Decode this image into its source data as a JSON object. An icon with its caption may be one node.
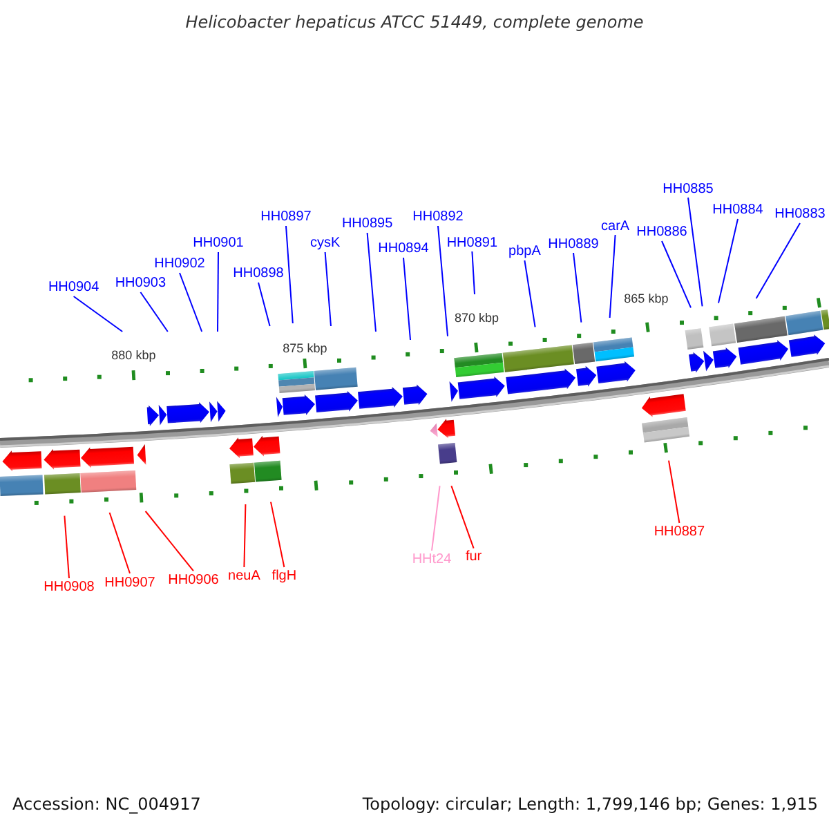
{
  "diagram": {
    "title": "Helicobacter hepaticus ATCC 51449, complete genome",
    "nodes": [
      {
        "text": [
          "HH0904"
        ]
      },
      {
        "text": [
          "HH0903"
        ]
      },
      {
        "text": [
          "HH0902"
        ]
      },
      {
        "text": [
          "HH0901"
        ]
      },
      {
        "text": [
          "HH0898"
        ]
      },
      {
        "text": [
          "HH0897"
        ]
      },
      {
        "text": [
          "cysK"
        ]
      },
      {
        "text": [
          "HH0895"
        ]
      },
      {
        "text": [
          "HH0894"
        ]
      },
      {
        "text": [
          "HH0892"
        ]
      },
      {
        "text": [
          "HH0891"
        ]
      },
      {
        "text": [
          "pbpA"
        ]
      },
      {
        "text": [
          "HH0889"
        ]
      },
      {
        "text": [
          "carA"
        ]
      },
      {
        "text": [
          "HH0886"
        ]
      },
      {
        "text": [
          "HH0885"
        ]
      },
      {
        "text": [
          "HH0884"
        ]
      },
      {
        "text": [
          "HH0883"
        ]
      },
      {
        "text": [
          "HH0908"
        ]
      },
      {
        "text": [
          "HH0907"
        ]
      },
      {
        "text": [
          "HH0906"
        ]
      },
      {
        "text": [
          "neuA"
        ]
      },
      {
        "text": [
          "flgH"
        ]
      },
      {
        "text": [
          "HHt24"
        ]
      },
      {
        "text": [
          "fur"
        ]
      },
      {
        "text": [
          "HH0887"
        ]
      }
    ],
    "edges": [
      {
        "from": 0,
        "to": null,
        "arrow": "none"
      },
      {
        "from": 1,
        "to": null,
        "arrow": "none"
      },
      {
        "from": 2,
        "to": null,
        "arrow": "none"
      },
      {
        "from": 3,
        "to": null,
        "arrow": "none"
      },
      {
        "from": 4,
        "to": null,
        "arrow": "none"
      },
      {
        "from": 5,
        "to": null,
        "arrow": "none"
      },
      {
        "from": 6,
        "to": null,
        "arrow": "none"
      },
      {
        "from": 7,
        "to": null,
        "arrow": "none"
      },
      {
        "from": 8,
        "to": null,
        "arrow": "none"
      },
      {
        "from": 9,
        "to": null,
        "arrow": "none"
      },
      {
        "from": 10,
        "to": null,
        "arrow": "none"
      },
      {
        "from": 11,
        "to": null,
        "arrow": "none"
      },
      {
        "from": 12,
        "to": null,
        "arrow": "none"
      },
      {
        "from": 13,
        "to": null,
        "arrow": "none"
      },
      {
        "from": 14,
        "to": null,
        "arrow": "none"
      },
      {
        "from": 15,
        "to": null,
        "arrow": "none"
      },
      {
        "from": 16,
        "to": null,
        "arrow": "none"
      },
      {
        "from": 17,
        "to": null,
        "arrow": "none"
      },
      {
        "from": 18,
        "to": null,
        "arrow": "none",
        "color": "#ff0000"
      },
      {
        "from": 19,
        "to": null,
        "arrow": "none",
        "color": "#ff0000"
      },
      {
        "from": 20,
        "to": null,
        "arrow": "none",
        "color": "#ff0000"
      },
      {
        "from": 21,
        "to": null,
        "arrow": "none",
        "color": "#ff0000"
      },
      {
        "from": 22,
        "to": null,
        "arrow": "none",
        "color": "#ff0000"
      },
      {
        "from": 23,
        "to": null,
        "arrow": "none",
        "color": "#ff99cc"
      },
      {
        "from": 24,
        "to": null,
        "arrow": "none",
        "color": "#ff0000"
      },
      {
        "from": 25,
        "to": null,
        "arrow": "none",
        "color": "#ff0000"
      }
    ],
    "labels": [
      "880 kbp",
      "875 kbp",
      "870 kbp",
      "865 kbp",
      "Accession: NC_004917",
      "Topology: circular; Length: 1,799,146 bp; Genes: 1,915"
    ]
  }
}
